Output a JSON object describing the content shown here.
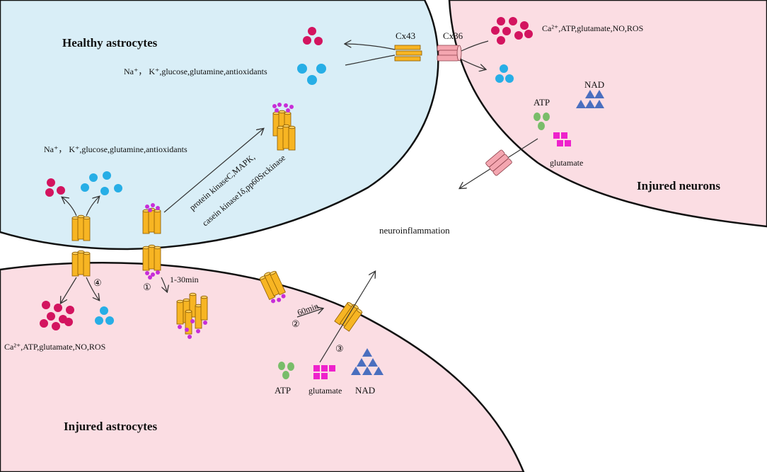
{
  "regions": {
    "healthy_astrocytes": "Healthy astrocytes",
    "injured_neurons": "Injured neurons",
    "injured_astrocytes": "Injured astrocytes",
    "neuroinflammation": "neuroinflammation"
  },
  "channels": {
    "cx43": "Cx43",
    "cx36": "Cx36"
  },
  "molecules": {
    "healthy_exchange_top": "Na⁺， K⁺,glucose,glutamine,antioxidants",
    "healthy_exchange_left": "Na⁺， K⁺,glucose,glutamine,antioxidants",
    "neuron_release": "Ca²⁺,ATP,glutamate,NO,ROS",
    "astro_release": "Ca²⁺,ATP,glutamate,NO,ROS",
    "atp": "ATP",
    "nad": "NAD",
    "glutamate": "glutamate"
  },
  "kinases": {
    "line1": "protein kinaseC,MAPK,",
    "line2": "casein kinase1δ,pp60Srckinase"
  },
  "timings": {
    "t1": "1-30min",
    "t2": "60min"
  },
  "steps": {
    "s1": "①",
    "s2": "②",
    "s3": "③",
    "s4": "④"
  },
  "colors": {
    "healthy_cell": "#d9eef7",
    "injured_cell": "#fbdde3",
    "connexin": "#f7b523",
    "neuron_channel": "#f4a6b0",
    "red_dot": "#d3145f",
    "blue_dot": "#27aee6",
    "green_dot": "#79bd6a",
    "glutamate": "#ee22cc",
    "nad": "#4a6fbf",
    "phospho": "#c72ed8"
  }
}
